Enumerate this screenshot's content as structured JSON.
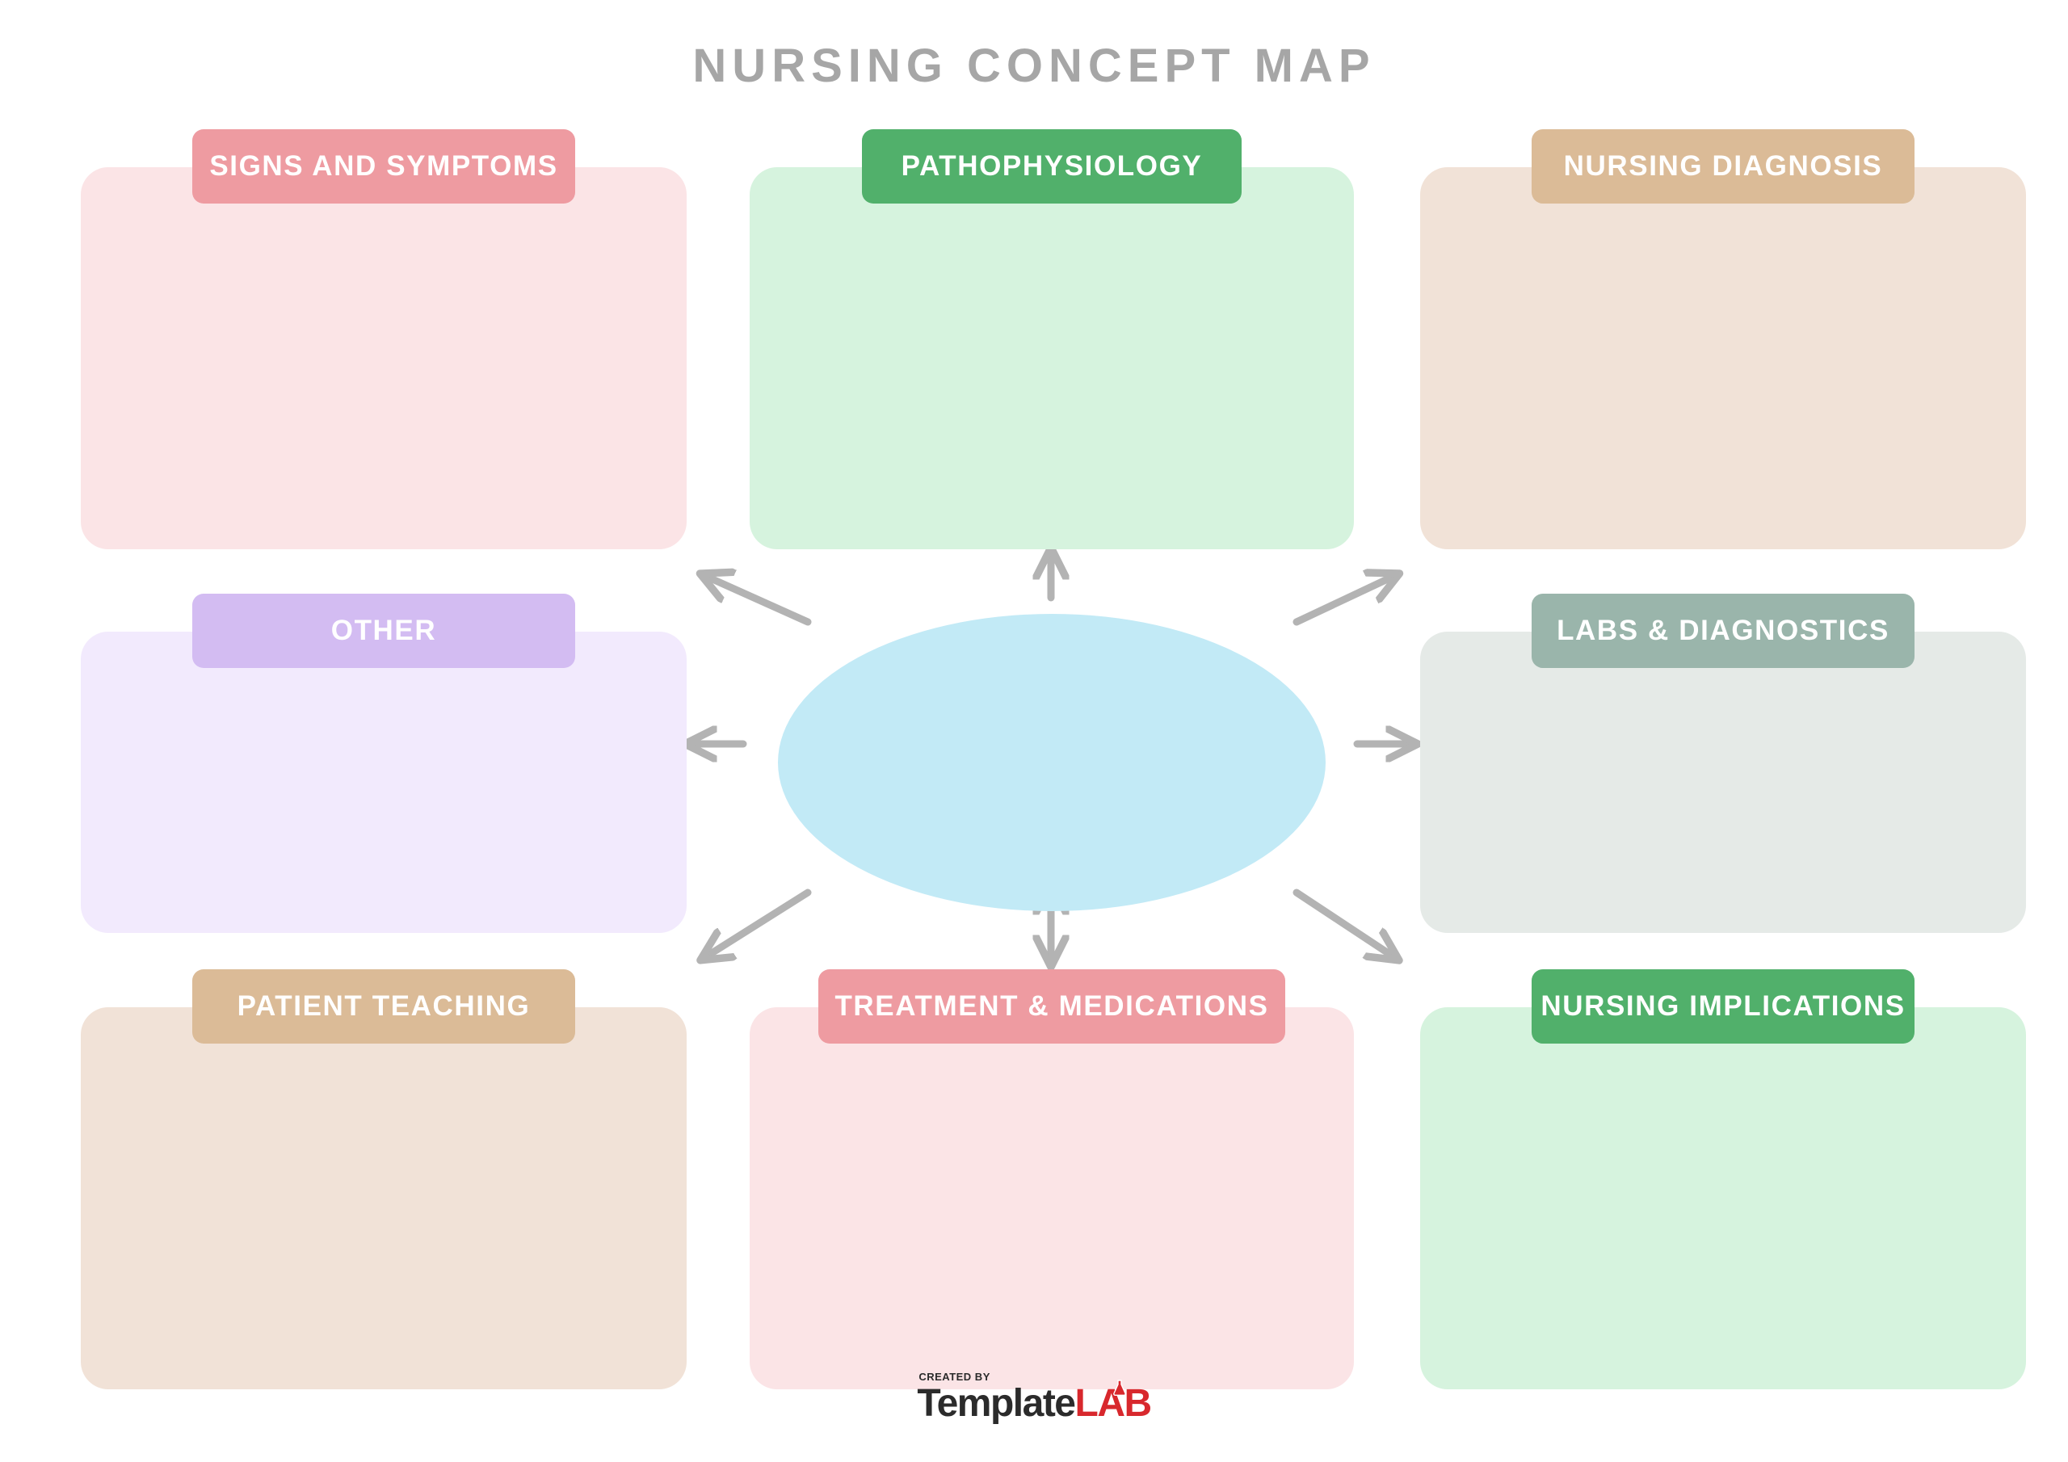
{
  "title": "NURSING CONCEPT MAP",
  "title_color": "#a6a6a6",
  "background_color": "#ffffff",
  "center": {
    "name": "central-topic-ellipse",
    "fill": "#c2eaf6",
    "text": ""
  },
  "arrows": {
    "color": "#b3b3b3",
    "count": 8,
    "directions": [
      "up",
      "up-left",
      "up-right",
      "left",
      "right",
      "down-left",
      "down",
      "down-right"
    ]
  },
  "panels": [
    {
      "id": "signs-and-symptoms",
      "label": "SIGNS AND SYMPTOMS",
      "header_color": "#ee9ba1",
      "body_color": "#fbe4e6",
      "content": "",
      "row": 1,
      "col": 1
    },
    {
      "id": "pathophysiology",
      "label": "PATHOPHYSIOLOGY",
      "header_color": "#51b06b",
      "body_color": "#d6f3de",
      "content": "",
      "row": 1,
      "col": 2
    },
    {
      "id": "nursing-diagnosis",
      "label": "NURSING DIAGNOSIS",
      "header_color": "#dbbb97",
      "body_color": "#f1e2d7",
      "content": "",
      "row": 1,
      "col": 3
    },
    {
      "id": "other",
      "label": "OTHER",
      "header_color": "#d3bcf2",
      "body_color": "#f2eafd",
      "content": "",
      "row": 2,
      "col": 1
    },
    {
      "id": "labs-and-diagnostics",
      "label": "LABS & DIAGNOSTICS",
      "header_color": "#9ab5ab",
      "body_color": "#e5eae7",
      "content": "",
      "row": 2,
      "col": 3
    },
    {
      "id": "patient-teaching",
      "label": "PATIENT TEACHING",
      "header_color": "#dbbb97",
      "body_color": "#f1e2d7",
      "content": "",
      "row": 3,
      "col": 1
    },
    {
      "id": "treatment-and-medications",
      "label": "TREATMENT & MEDICATIONS",
      "header_color": "#ee9ba1",
      "body_color": "#fbe4e6",
      "content": "",
      "row": 3,
      "col": 2
    },
    {
      "id": "nursing-implications",
      "label": "NURSING IMPLICATIONS",
      "header_color": "#51b06b",
      "body_color": "#d6f3de",
      "content": "",
      "row": 3,
      "col": 3
    }
  ],
  "footer": {
    "created_by": "CREATED BY",
    "brand_first": "Template",
    "brand_second": "LAB",
    "brand_first_color": "#2b2b2b",
    "brand_second_color": "#d8282d"
  }
}
